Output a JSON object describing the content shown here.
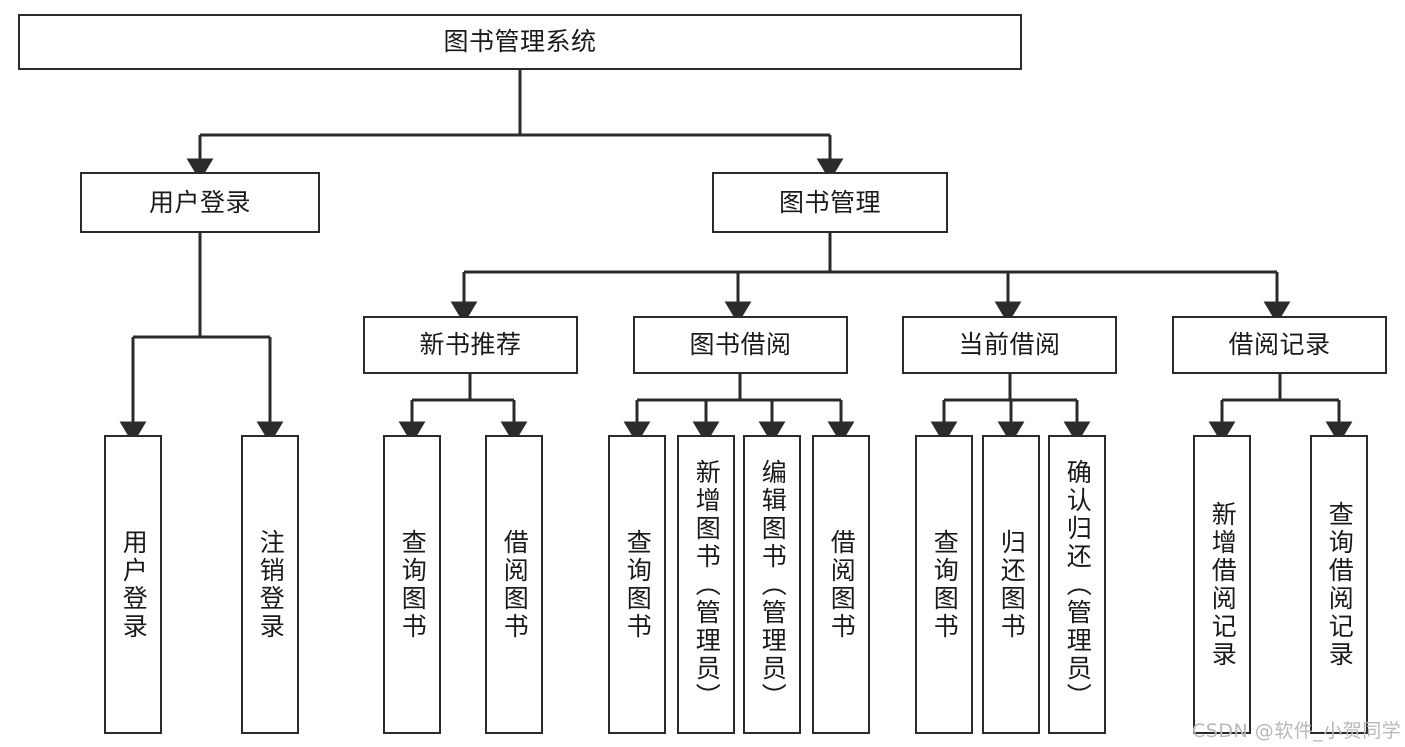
{
  "diagram": {
    "title": "图书管理系统",
    "type": "tree-hierarchy",
    "nodes": {
      "root": {
        "label": "图书管理系统"
      },
      "level2": [
        {
          "id": "user-login",
          "label": "用户登录"
        },
        {
          "id": "book-manage",
          "label": "图书管理"
        }
      ],
      "level3": [
        {
          "id": "new-book-recommend",
          "label": "新书推荐"
        },
        {
          "id": "book-borrow",
          "label": "图书借阅"
        },
        {
          "id": "current-borrow",
          "label": "当前借阅"
        },
        {
          "id": "borrow-record",
          "label": "借阅记录"
        }
      ],
      "leaves": [
        {
          "id": "leaf-user-login",
          "label": "用户登录",
          "parent": "user-login"
        },
        {
          "id": "leaf-logout",
          "label": "注销登录",
          "parent": "user-login"
        },
        {
          "id": "leaf-query-book-1",
          "label": "查询图书",
          "parent": "new-book-recommend"
        },
        {
          "id": "leaf-borrow-book-1",
          "label": "借阅图书",
          "parent": "new-book-recommend"
        },
        {
          "id": "leaf-query-book-2",
          "label": "查询图书",
          "parent": "book-borrow"
        },
        {
          "id": "leaf-add-book",
          "label": "新增图书（管理员）",
          "parent": "book-borrow"
        },
        {
          "id": "leaf-edit-book",
          "label": "编辑图书（管理员）",
          "parent": "book-borrow"
        },
        {
          "id": "leaf-borrow-book-2",
          "label": "借阅图书",
          "parent": "book-borrow"
        },
        {
          "id": "leaf-query-book-3",
          "label": "查询图书",
          "parent": "current-borrow"
        },
        {
          "id": "leaf-return-book",
          "label": "归还图书",
          "parent": "current-borrow"
        },
        {
          "id": "leaf-confirm-return",
          "label": "确认归还（管理员）",
          "parent": "current-borrow"
        },
        {
          "id": "leaf-add-record",
          "label": "新增借阅记录",
          "parent": "borrow-record"
        },
        {
          "id": "leaf-query-record",
          "label": "查询借阅记录",
          "parent": "borrow-record"
        }
      ]
    },
    "colors": {
      "border": "#2b2b2b",
      "edge": "#2b2b2b",
      "background": "#ffffff",
      "text": "#1a1a1a",
      "watermark": "#b9b9b9"
    }
  },
  "watermark": {
    "text": "CSDN @软件_小贺同学"
  }
}
